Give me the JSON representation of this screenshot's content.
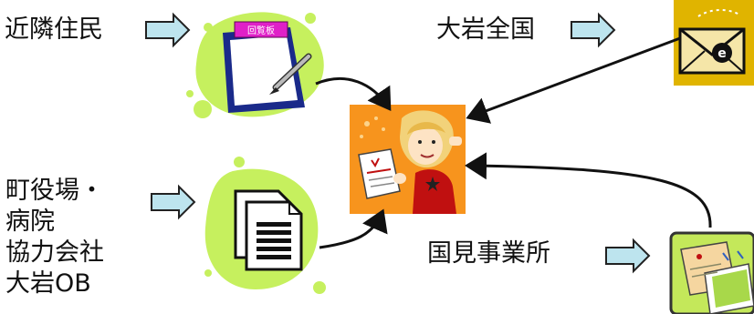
{
  "sources": {
    "neighbors": {
      "label": "近隣住民"
    },
    "oiwa_national": {
      "label": "大岩全国"
    },
    "town_hall": {
      "lines": [
        "町役場・",
        "病院",
        "協力会社",
        "大岩OB"
      ]
    },
    "kunimi_office": {
      "label": "国見事業所"
    }
  },
  "clipboard": {
    "title": "回覧板"
  },
  "email": {
    "glyph": "e"
  },
  "colors": {
    "arrow_fill": "#bde4ee",
    "arrow_stroke": "#222222",
    "blob_green": "#c6f05e",
    "hub_orange": "#f7941d",
    "envelope_gold": "#e0b400",
    "notes_green": "#a8d84a",
    "title_magenta": "#e020c8"
  }
}
